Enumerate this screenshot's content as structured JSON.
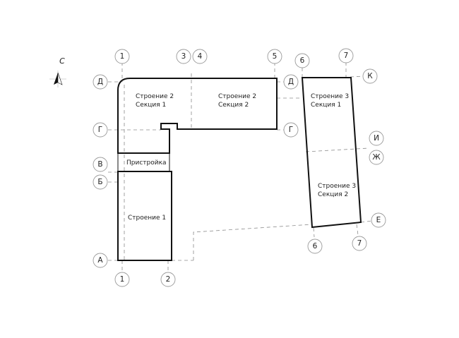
{
  "north": {
    "letter": "С"
  },
  "axes": {
    "top": [
      "1",
      "3",
      "4",
      "5",
      "6",
      "7"
    ],
    "bottom": [
      "1",
      "2",
      "6",
      "7"
    ],
    "left": [
      "Д",
      "Г",
      "В",
      "Б",
      "А"
    ],
    "mid": [
      "Д",
      "Г"
    ],
    "right": [
      "К",
      "И",
      "Ж",
      "Е"
    ]
  },
  "buildings": {
    "b2s1": {
      "line1": "Строение 2",
      "line2": "Секция 1"
    },
    "b2s2": {
      "line1": "Строение 2",
      "line2": "Секция 2"
    },
    "b3s1": {
      "line1": "Строение 3",
      "line2": "Секция 1"
    },
    "b3s2": {
      "line1": "Строение 3",
      "line2": "Секция 2"
    },
    "b1": {
      "line1": "Строение 1"
    },
    "annex": {
      "line1": "Пристройка"
    }
  },
  "colors": {
    "wall": "#111111",
    "grid": "#8c8c8c",
    "bubble": "#9a9a9a"
  }
}
